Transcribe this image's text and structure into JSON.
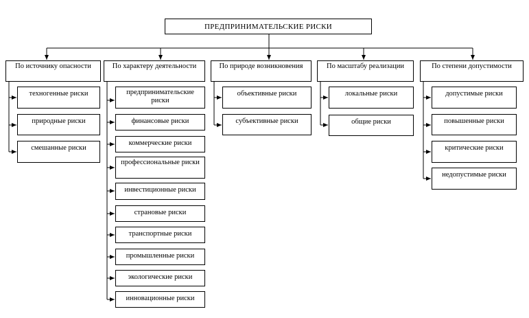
{
  "root": {
    "label": "ПРЕДПРИНИМАТЕЛЬСКИЕ  РИСКИ"
  },
  "categories": [
    {
      "label": "По источнику опасности",
      "items": [
        "техногенные риски",
        "природные риски",
        "смешанные риски"
      ]
    },
    {
      "label": "По  характеру деятельности",
      "items": [
        "предпринимательские риски",
        "финансовые риски",
        "коммерческие риски",
        "профессиональные риски",
        "инвестиционные риски",
        "страновые риски",
        "транспортные риски",
        "промышленные риски",
        "экологические риски",
        "инновационные риски"
      ]
    },
    {
      "label": "По природе возникновения",
      "items": [
        "объективные  риски",
        "субъективные риски"
      ]
    },
    {
      "label": "По масштабу реализации",
      "items": [
        "локальные риски",
        "общие риски"
      ]
    },
    {
      "label": "По степени допустимости",
      "items": [
        "допустимые риски",
        "повышенные риски",
        "критические риски",
        "недопустимые риски"
      ]
    }
  ]
}
